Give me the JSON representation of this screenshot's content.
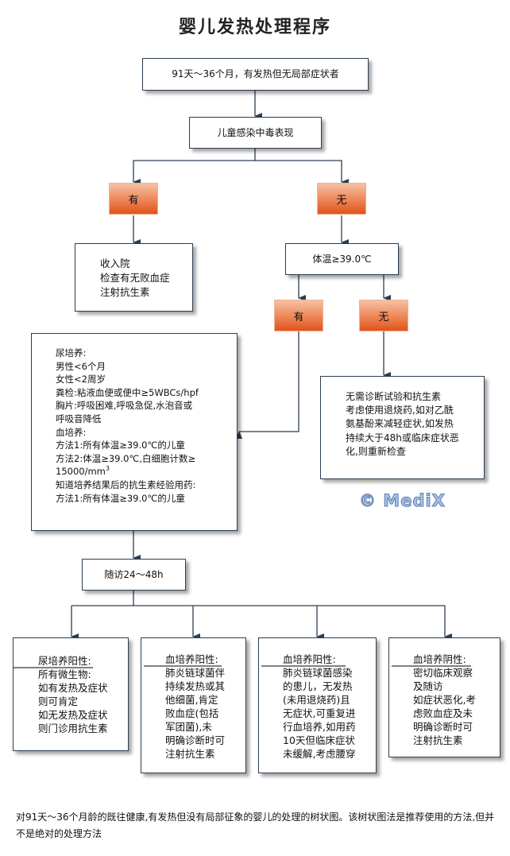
{
  "title": "婴儿发热处理程序",
  "nodes": {
    "start": "91天～36个月，有发热但无局部症状者",
    "toxicity": "儿童感染中毒表现",
    "toxic_yes": "有",
    "toxic_no": "无",
    "admit": {
      "lines": [
        "收入院",
        "检查有无败血症",
        "注射抗生素"
      ]
    },
    "temp_check": "体温≥39.0℃",
    "temp_yes": "有",
    "temp_no": "无",
    "cultures": {
      "lines": [
        "尿培养:",
        "男性<6个月",
        "女性<2周岁",
        "粪检:粘液血便或便中≥5WBCs/hpf",
        "胸片:呼吸困难,呼吸急促,水泡音或",
        "呼吸音降低",
        "血培养:",
        "方法1:所有体温≥39.0℃的儿童",
        "方法2:体温≥39.0℃,白细胞计数≥",
        "15000/mm",
        "知道培养结果后的抗生素经验用药:",
        "方法1:所有体温≥39.0℃的儿童"
      ],
      "superscript": "3"
    },
    "no_test": {
      "lines": [
        "无需诊断试验和抗生素",
        "考虑使用退烧药,如对乙酰",
        "氨基酚来减轻症状,如发热",
        "持续大于48h或临床症状恶",
        "化,则重新检查"
      ]
    },
    "followup": "随访24～48h",
    "outcomes": [
      {
        "heading": "尿培养阳性:",
        "lines": [
          "所有微生物:",
          "如有发热及症状",
          "则可肯定",
          "如无发热及症状",
          "则门诊用抗生素"
        ]
      },
      {
        "heading": "血培养阳性:",
        "lines": [
          "肺炎链球菌伴",
          "持续发热或其",
          "他细菌,肯定",
          "败血症(包括",
          "军团菌),未",
          "明确诊断时可",
          "注射抗生素"
        ]
      },
      {
        "heading": "血培养阳性:",
        "lines": [
          "肺炎链球菌感染",
          "的患儿，无发热",
          "(未用退烧药)且",
          "无症状,可重复进",
          "行血培养,如用药",
          "10天但临床症状",
          "未缓解,考虑腰穿"
        ]
      },
      {
        "heading": "血培养阴性:",
        "lines": [
          "密切临床观察",
          "及随访",
          "如症状恶化,考",
          "虑败血症及未",
          "明确诊断时可",
          "注射抗生素"
        ]
      }
    ]
  },
  "watermark": "© MediX",
  "caption": "对91天～36个月龄的既往健康,有发热但没有局部征象的婴儿的处理的树状图。该树状图法是推荐使用的方法,但并不是绝对的处理方法",
  "colors": {
    "decision_top": "#f6c1a6",
    "decision_bottom": "#e0531c",
    "connector": "#2c3e50",
    "watermark": "#a9c1e4"
  }
}
